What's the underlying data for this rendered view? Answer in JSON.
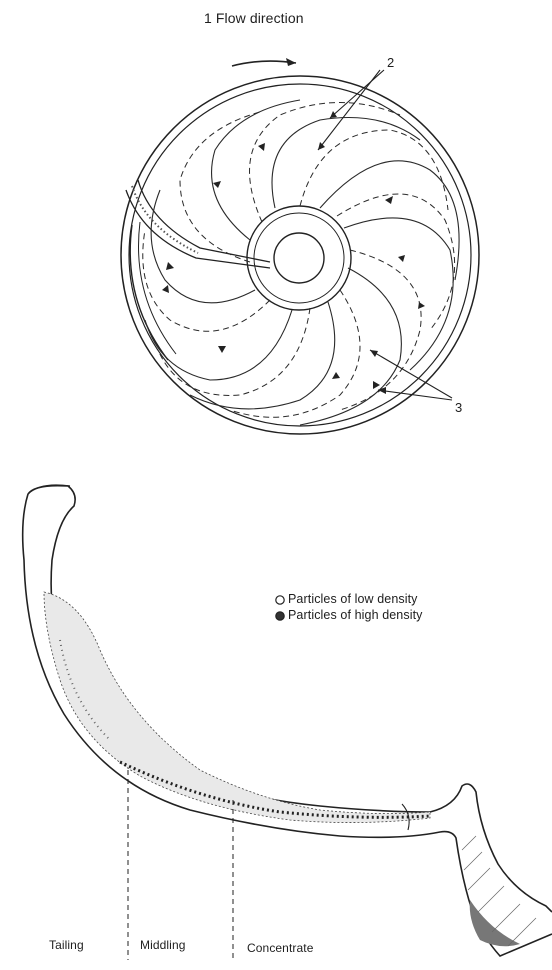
{
  "top_view": {
    "flow_label": "1  Flow direction",
    "callout_2": "2",
    "callout_3": "3"
  },
  "legend": {
    "low_density": "Particles of low density",
    "high_density": "Particles of high density"
  },
  "zones": {
    "tailing": "Tailing",
    "middling": "Middling",
    "concentrate": "Concentrate"
  }
}
